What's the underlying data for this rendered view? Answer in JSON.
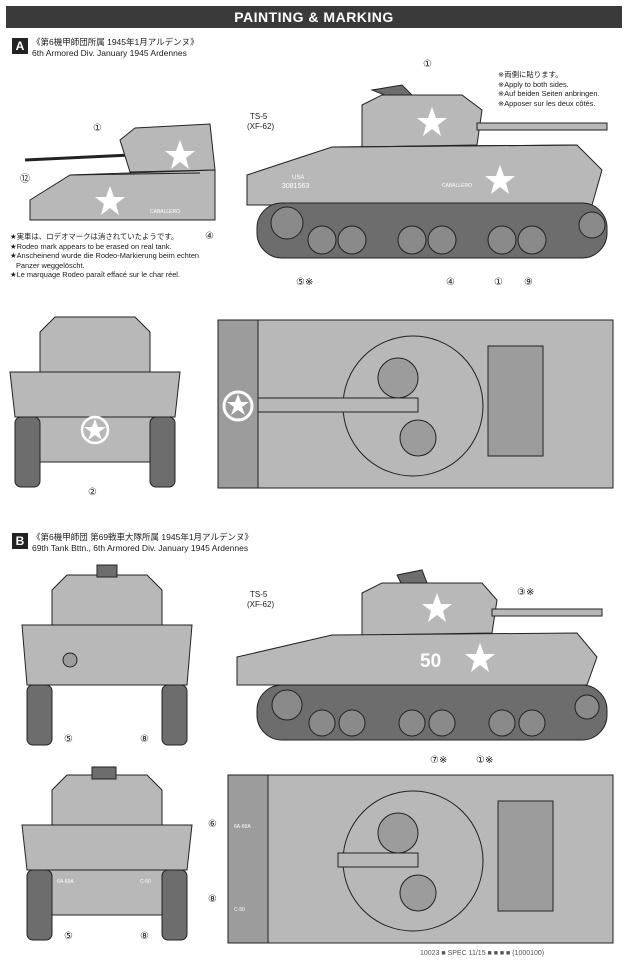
{
  "header": {
    "title": "PAINTING & MARKING"
  },
  "section_a": {
    "letter": "A",
    "title_jp": "《第6機甲師団所属 1945年1月アルデンヌ》",
    "title_en": "6th Armored Div. January 1945 Ardennes",
    "paint_code": "TS-5",
    "paint_sub": "(XF-62)",
    "side_note": [
      "※両側に貼ります。",
      "※Apply to both sides.",
      "※Auf beiden Seiten anbringen.",
      "※Apposer sur les deux côtés."
    ],
    "rodeo_note": [
      "★実車は、ロデオマークは消されていたようです。",
      "★Rodeo mark appears to be erased on real tank.",
      "★Anscheinend wurde die Rodeo-Markierung beim echten",
      "Panzer weggelöscht.",
      "★Le marquage Rodeo paraît effacé sur le char réel."
    ],
    "hull_text_usa": "USA",
    "hull_text_serial": "3081563",
    "hull_text_name": "CABALLERO",
    "callouts": {
      "c1": "①",
      "c2": "②",
      "c4": "④",
      "c5": "⑤※",
      "c9": "⑨",
      "c12": "⑫"
    }
  },
  "section_b": {
    "letter": "B",
    "title_jp": "《第6機甲師団 第69戦車大隊所属 1945年1月アルデンヌ》",
    "title_en": "69th Tank Bttn., 6th Armored Div. January 1945 Ardennes",
    "paint_code": "TS-5",
    "paint_sub": "(XF-62)",
    "turret_number": "50",
    "rear_text_left": "6A-69A",
    "rear_text_right": "C-50",
    "callouts": {
      "c1": "①※",
      "c3": "③※",
      "c5": "⑤",
      "c6": "⑥",
      "c7": "⑦※",
      "c8": "⑧"
    }
  },
  "colors": {
    "header_bg": "#3a3a3a",
    "olive_drab": "#b8b8b8"
  },
  "footer": {
    "text": "10023 ■ SPEC 11/15 ■  ■   ■ ■ (1000100)"
  }
}
